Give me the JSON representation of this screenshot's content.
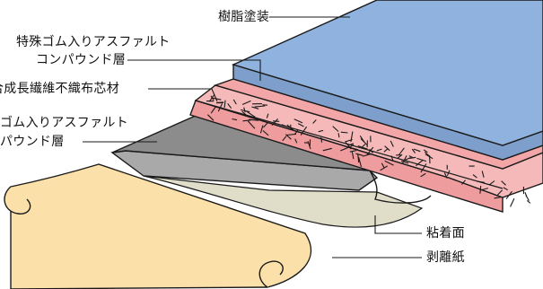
{
  "labels": {
    "resin_coating": "樹脂塗装",
    "special_rubber_line1": "特殊ゴム入りアスファルト",
    "special_rubber_line2": "コンパウンド層",
    "nonwoven_core": "合成長繊維不織布芯材",
    "rubber_line1": "ゴム入りアスファルト",
    "rubber_line2": "パウンド層",
    "adhesive_surface": "粘着面",
    "release_paper": "剥離紙"
  },
  "colors": {
    "resin_top": "#8fb2de",
    "resin_side": "#7e9fcc",
    "special_compound": "#f2a6a7",
    "core_top": "#f6b9b9",
    "rubber_compound": "#8c8c8c",
    "rubber_side": "#a9a9a9",
    "adhesive": "#e0ddc9",
    "release_paper": "#fbe0aa",
    "outline": "#1a1a1a"
  }
}
